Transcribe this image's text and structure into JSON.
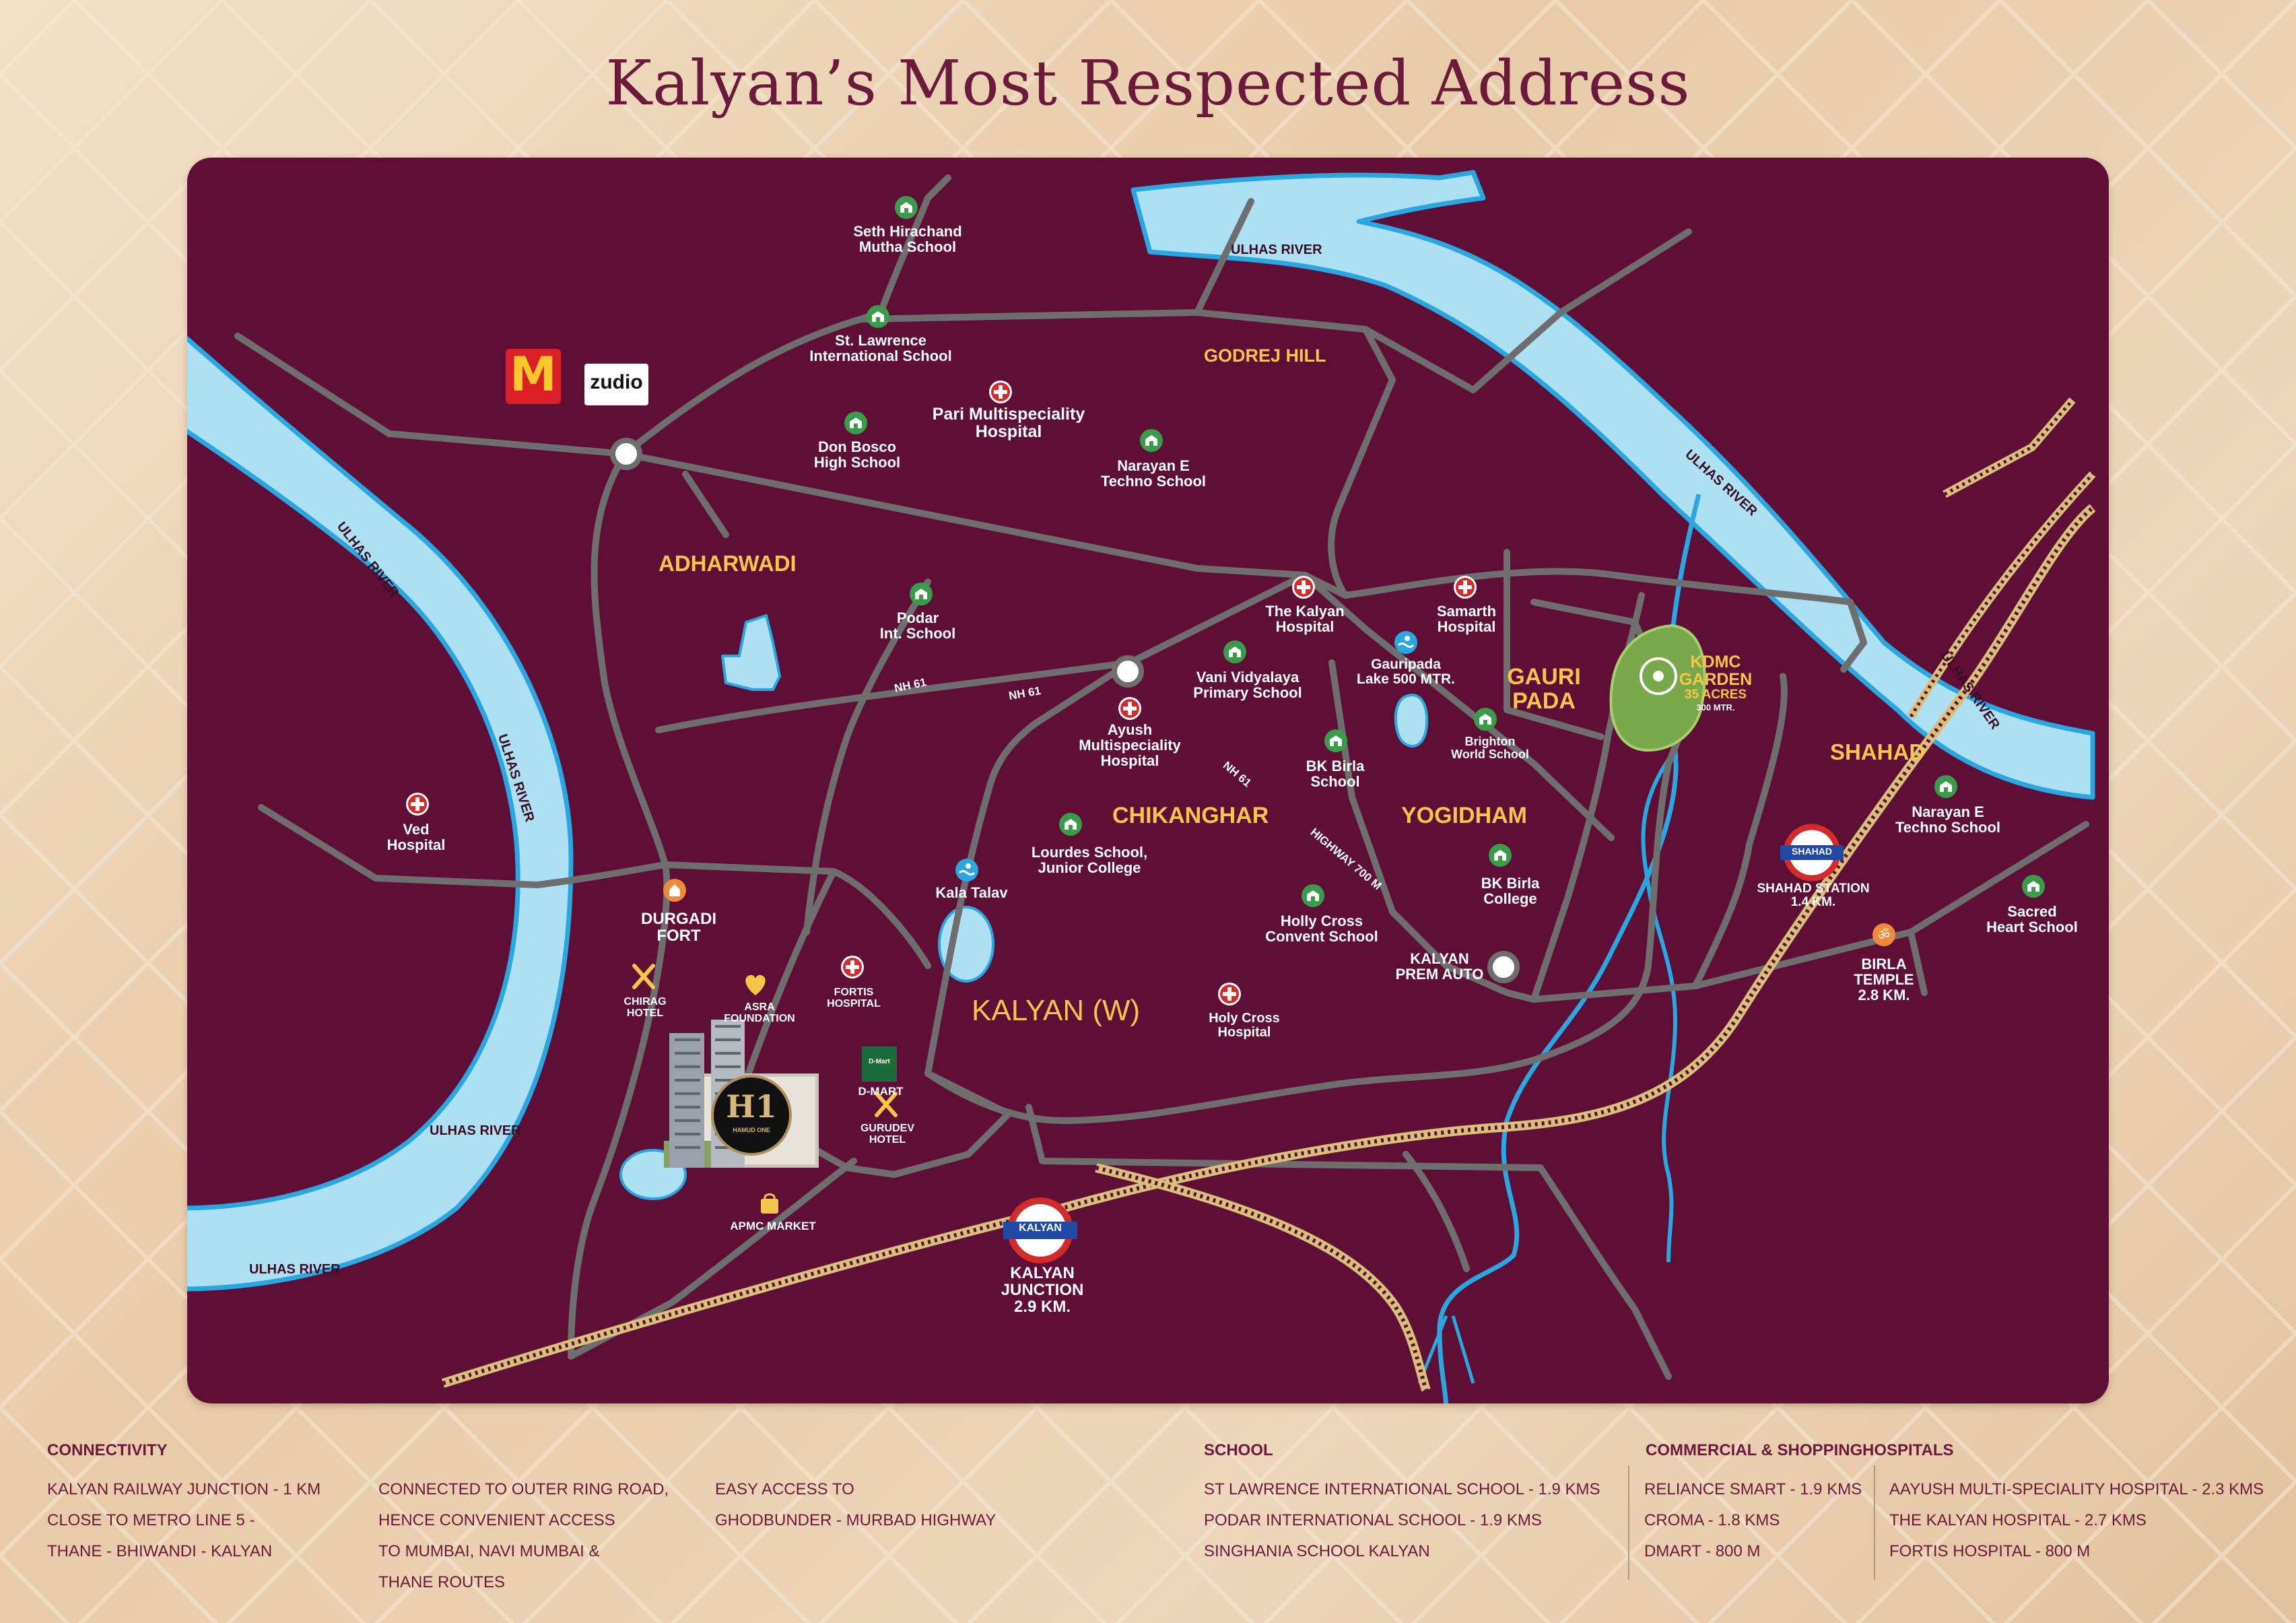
{
  "title": "Kalyan’s Most   Respected Address",
  "colors": {
    "map_bg": "#5f0f35",
    "road": "#6e6e6e",
    "river": "#aee0f4",
    "river_edge": "#2aa6e0",
    "area_label": "#f6c64a",
    "rail": "#d8c07a",
    "school_icon": "#3a9b4a",
    "hospital_icon": "#d32a2a"
  },
  "brands": {
    "mcdonalds": "M",
    "zudio": "zudio",
    "dmart": "D-Mart",
    "project_logo": "H1",
    "project_logo_sub": "HAMUD ONE"
  },
  "areas": {
    "adharwadi": "ADHARWADI",
    "godrej_hill": "GODREJ HILL",
    "chikanghar": "CHIKANGHAR",
    "yogidham": "YOGIDHAM",
    "gauri_pada": "GAURI\nPADA",
    "shahad": "SHAHAD",
    "kalyan_w": "KALYAN (W)"
  },
  "rivers": {
    "top": "ULHAS RIVER",
    "left_upper": "ULHAS RIVER",
    "left_middle": "ULHAS RIVER",
    "left_lower": "ULHAS RIVER",
    "left_bottom": "ULHAS RIVER",
    "right_a": "ULHAS RIVER",
    "right_b": "ULHAS RIVER"
  },
  "roads": {
    "nh61_a": "NH 61",
    "nh61_b": "NH 61",
    "nh61_c": "NH 61",
    "highway700": "HIGHWAY 700 M"
  },
  "places": {
    "seth": "Seth Hirachand\nMutha School",
    "lawrence": "St. Lawrence\nInternational School",
    "pari": "Pari Multispeciality\nHospital",
    "donbosco": "Don Bosco\nHigh School",
    "narayan1": "Narayan E\nTechno School",
    "podar": "Podar\nInt. School",
    "kalyan_hosp": "The Kalyan\nHospital",
    "samarth": "Samarth\nHospital",
    "gauripada_lake": "Gauripada\nLake 500 MTR.",
    "vani": "Vani Vidyalaya\nPrimary School",
    "ayush": "Ayush\nMultispeciality\nHospital",
    "brighton": "Brighton\nWorld School",
    "bk_school": "BK Birla\nSchool",
    "kdmc": "KDMC\nGARDEN",
    "kdmc_acres": "35 ACRES",
    "kdmc_mtr": "300 MTR.",
    "ved": "Ved\nHospital",
    "lourdes": "Lourdes School,\nJunior College",
    "kala_talav": "Kala Talav",
    "durgadi": "DURGADI\nFORT",
    "bk_college": "BK Birla\nCollege",
    "holly_convent": "Holly Cross\nConvent School",
    "holy_hosp": "Holy Cross\nHospital",
    "prem_auto": "KALYAN\nPREM AUTO",
    "narayan2": "Narayan E\nTechno School",
    "shahad_station": "SHAHAD STATION\n1.4 KM.",
    "shahad_badge": "SHAHAD",
    "sacred": "Sacred\nHeart School",
    "birla": "BIRLA\nTEMPLE\n2.8 KM.",
    "chirag": "CHIRAG\nHOTEL",
    "asra": "ASRA\nFOUNDATION",
    "fortis": "FORTIS\nHOSPITAL",
    "dmart": "D-MART",
    "gurudev": "GURUDEV\nHOTEL",
    "apmc": "APMC MARKET",
    "kalyan_badge": "KALYAN",
    "kalyan_jn": "KALYAN\nJUNCTION\n2.9 KM."
  },
  "legend": {
    "connectivity": {
      "heading": "CONNECTIVITY",
      "col1": [
        "KALYAN RAILWAY JUNCTION - 1 KM",
        "CLOSE TO METRO LINE 5 -",
        "THANE - BHIWANDI - KALYAN"
      ],
      "col2": [
        "CONNECTED TO OUTER RING ROAD,",
        "HENCE CONVENIENT ACCESS",
        "TO MUMBAI, NAVI MUMBAI &",
        "THANE ROUTES"
      ],
      "col3": [
        "EASY ACCESS TO",
        "GHODBUNDER - MURBAD HIGHWAY"
      ]
    },
    "school": {
      "heading": "SCHOOL",
      "items": [
        "ST LAWRENCE INTERNATIONAL SCHOOL - 1.9 KMS",
        "PODAR INTERNATIONAL SCHOOL - 1.9 KMS",
        "SINGHANIA SCHOOL KALYAN"
      ]
    },
    "commercial": {
      "heading": "COMMERCIAL & SHOPPING",
      "items": [
        "RELIANCE SMART - 1.9 KMS",
        "CROMA - 1.8 KMS",
        "DMART - 800 M"
      ]
    },
    "hospitals": {
      "heading": "HOSPITALS",
      "items": [
        "AAYUSH MULTI-SPECIALITY HOSPITAL - 2.3 KMS",
        "THE KALYAN HOSPITAL - 2.7 KMS",
        "FORTIS HOSPITAL - 800 M"
      ]
    }
  }
}
